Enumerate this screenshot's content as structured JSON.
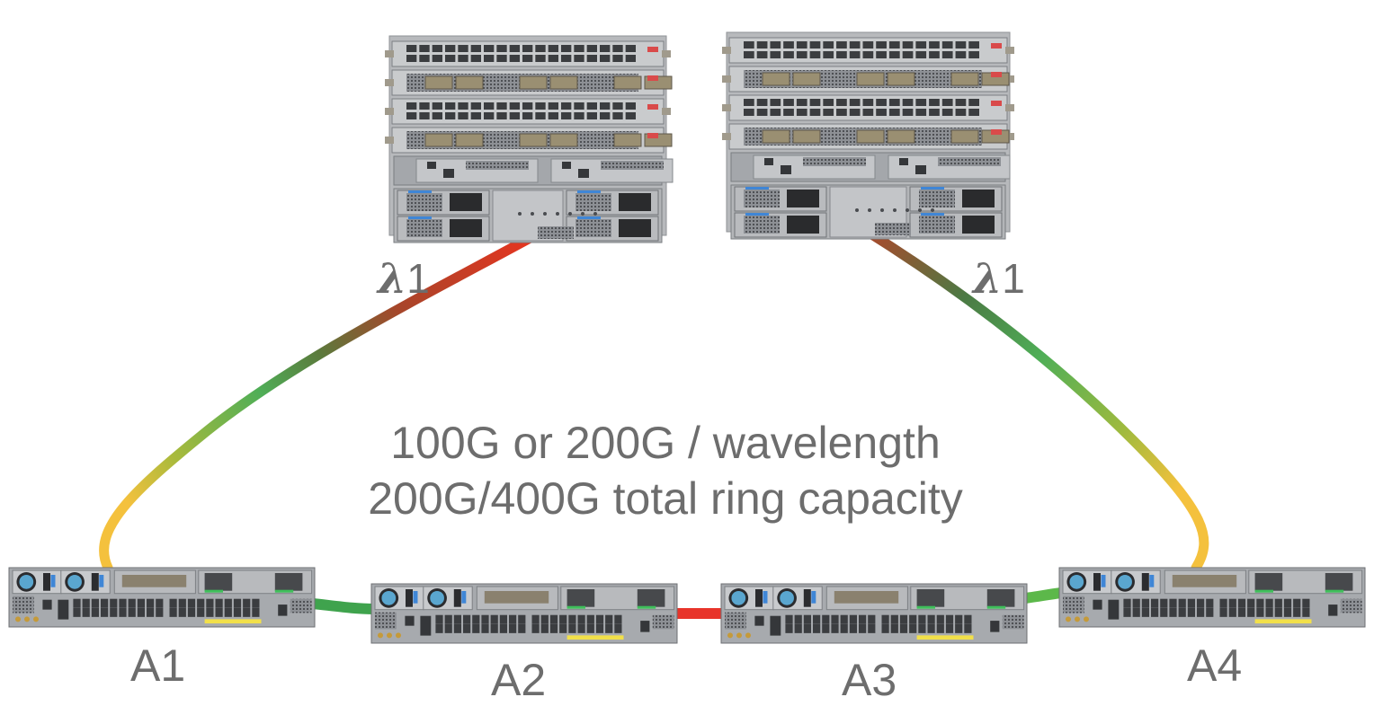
{
  "diagram": {
    "title_lines": [
      "100G or 200G / wavelength",
      "200G/400G total ring capacity"
    ],
    "hub_nodes": [
      {
        "id": "hub-left",
        "type": "modular chassis router",
        "line_cards": 4,
        "power_supplies": 4
      },
      {
        "id": "hub-right",
        "type": "modular chassis router",
        "line_cards": 4,
        "power_supplies": 4
      }
    ],
    "access_nodes": [
      {
        "id": "A1",
        "label": "A1"
      },
      {
        "id": "A2",
        "label": "A2"
      },
      {
        "id": "A3",
        "label": "A3"
      },
      {
        "id": "A4",
        "label": "A4"
      }
    ],
    "wavelength_labels": [
      {
        "symbol": "λ",
        "index": "1",
        "link": "hub-left-to-A1"
      },
      {
        "symbol": "λ",
        "index": "1",
        "link": "hub-right-to-A4"
      }
    ],
    "links": [
      {
        "from": "hub-left",
        "to": "A1",
        "gradient": [
          "#e8341f",
          "#8a4a2a",
          "#4fae57",
          "#f4c13d"
        ]
      },
      {
        "from": "hub-right",
        "to": "A4",
        "gradient": [
          "#b0462a",
          "#4b7a44",
          "#4fae57",
          "#f4c13d"
        ]
      },
      {
        "from": "A1",
        "to": "A2",
        "color": "#3fa34d"
      },
      {
        "from": "A2",
        "to": "A3",
        "color": "#e8342a"
      },
      {
        "from": "A3",
        "to": "A4",
        "color": "#5cb84a"
      }
    ],
    "colors": {
      "text": "#6d6d6d",
      "chassis": "#a9acb0",
      "chassis_dark": "#6a6d72",
      "port_yellow_label": "#f2e04a",
      "port_green_label": "#3fbf5a",
      "psu_blue": "#3f86d6"
    }
  }
}
